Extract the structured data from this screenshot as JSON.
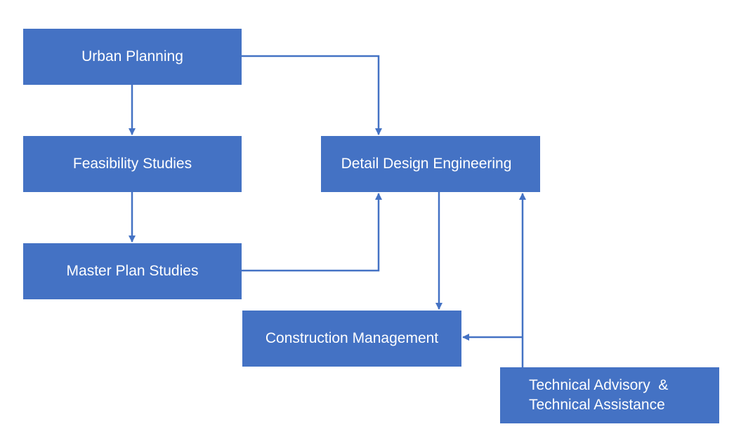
{
  "diagram": {
    "nodes": {
      "urban_planning": "Urban Planning",
      "feasibility_studies": "Feasibility Studies",
      "master_plan_studies": "Master Plan Studies",
      "detail_design_engineering": "Detail Design Engineering",
      "construction_management": "Construction Management",
      "technical_advisory_line1": "Technical Advisory  &",
      "technical_advisory_line2": "Technical Assistance"
    },
    "connections": [
      {
        "from": "Urban Planning",
        "to": "Feasibility Studies"
      },
      {
        "from": "Feasibility Studies",
        "to": "Master Plan Studies"
      },
      {
        "from": "Urban Planning",
        "to": "Detail Design Engineering"
      },
      {
        "from": "Master Plan Studies",
        "to": "Detail Design Engineering"
      },
      {
        "from": "Detail Design Engineering",
        "to": "Construction Management"
      },
      {
        "from": "Technical Advisory & Technical Assistance",
        "to": "Detail Design Engineering"
      },
      {
        "from": "Technical Advisory & Technical Assistance",
        "to": "Construction Management"
      }
    ],
    "colors": {
      "box_fill": "#4472C4",
      "box_text": "#FFFFFF",
      "connector": "#4472C4",
      "background": "#FFFFFF"
    }
  }
}
